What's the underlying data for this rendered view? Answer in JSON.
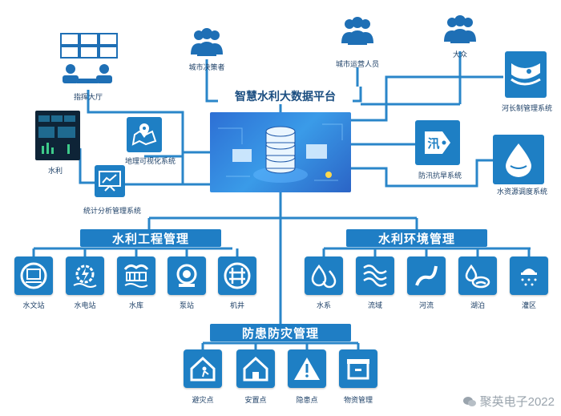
{
  "platform": {
    "title": "智慧水利大数据平台"
  },
  "users": [
    {
      "label": "城市决策者",
      "icon": "people-icon"
    },
    {
      "label": "城市运营人员",
      "icon": "people-icon"
    },
    {
      "label": "大众",
      "icon": "people-icon"
    }
  ],
  "left_systems": [
    {
      "label": "指挥大厅",
      "icon": "command-hall-icon"
    },
    {
      "label": "地理可视化系统",
      "icon": "map-pin-icon"
    },
    {
      "label": "水利",
      "icon": "dashboard-screen-icon"
    },
    {
      "label": "统计分析管理系统",
      "icon": "chart-board-icon"
    }
  ],
  "right_systems": [
    {
      "label": "河长制管理系统",
      "icon": "river-chief-icon"
    },
    {
      "label": "防汛抗旱系统",
      "icon": "flood-tag-icon",
      "tag_text": "汛"
    },
    {
      "label": "水资源调度系统",
      "icon": "water-drop-icon"
    }
  ],
  "sections": {
    "engineering": {
      "title": "水利工程管理",
      "items": [
        {
          "label": "水文站",
          "icon": "hydrology-station-icon"
        },
        {
          "label": "水电站",
          "icon": "hydropower-icon"
        },
        {
          "label": "水库",
          "icon": "reservoir-icon"
        },
        {
          "label": "泵站",
          "icon": "pump-station-icon"
        },
        {
          "label": "机井",
          "icon": "well-icon"
        }
      ]
    },
    "environment": {
      "title": "水利环境管理",
      "items": [
        {
          "label": "水系",
          "icon": "water-system-icon"
        },
        {
          "label": "流域",
          "icon": "basin-icon"
        },
        {
          "label": "河流",
          "icon": "river-icon"
        },
        {
          "label": "湖泊",
          "icon": "lake-icon"
        },
        {
          "label": "灌区",
          "icon": "irrigation-icon"
        }
      ]
    },
    "disaster": {
      "title": "防患防灾管理",
      "items": [
        {
          "label": "避灾点",
          "icon": "shelter-icon"
        },
        {
          "label": "安置点",
          "icon": "house-icon"
        },
        {
          "label": "隐患点",
          "icon": "warning-icon"
        },
        {
          "label": "物资管理",
          "icon": "supplies-icon"
        }
      ]
    }
  },
  "watermark": {
    "text": "聚英电子2022"
  },
  "colors": {
    "primary": "#1e7fc4",
    "line": "#2a86c9",
    "text": "#1c3f66"
  }
}
